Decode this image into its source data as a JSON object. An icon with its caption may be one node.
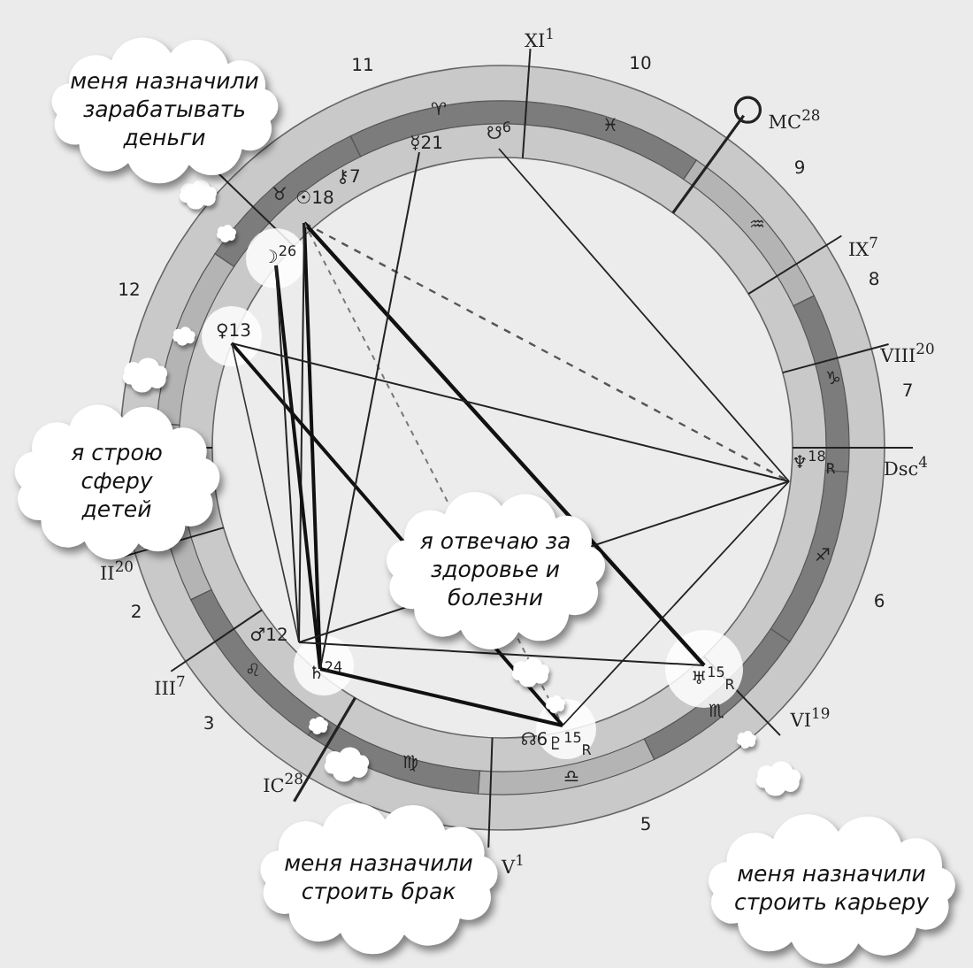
{
  "diagram": {
    "nodes": [
      {
        "text": [
          "меня назначили зарабатывать деньги"
        ]
      },
      {
        "text": [
          "я строю сферу детей"
        ]
      },
      {
        "text": [
          "я отвечаю за здоровье и болезни"
        ]
      },
      {
        "text": [
          "меня назначили строить брак"
        ]
      },
      {
        "text": [
          "меня назначили строить карьеру"
        ]
      }
    ],
    "labels": [
      "XI$^{1}$",
      "11",
      "10",
      "MC$^{28}$",
      "♈",
      "♓",
      "☋$^{6}$",
      "☿21",
      "9",
      "⚷7",
      "♉",
      "☉18",
      "IX$^{7}$",
      "♒",
      "☽$^{26}$",
      "12",
      "8",
      "♀13",
      "VIII$^{20}$",
      "♑",
      "7",
      "Dsc$^{4}$",
      "♆$^{18}$$_{R}$",
      "♐",
      "6",
      "II$^{20}$",
      "2",
      "♂12",
      "III$^{7}$",
      "♌",
      "♄$^{24}$",
      "♅$^{15}$$_{R}$",
      "♏",
      "VI$^{19}$",
      "3",
      "☊6",
      "♇$^{15}$$_{R}$",
      "♍",
      "IC$^{28}$",
      "♎",
      "5",
      "V$^{1}$"
    ]
  }
}
